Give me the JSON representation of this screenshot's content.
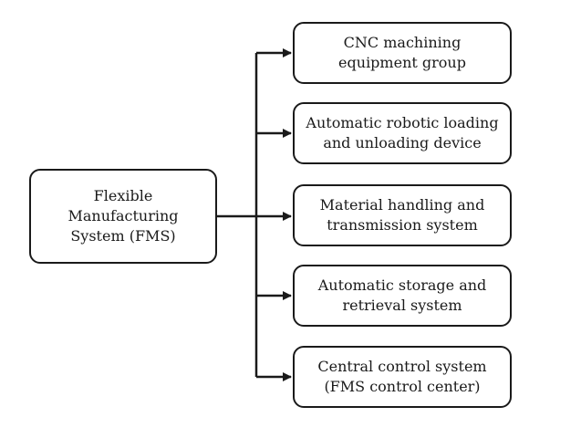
{
  "root": {
    "label": "Flexible Manufacturing System (FMS)"
  },
  "children": [
    {
      "label": "CNC machining equipment group"
    },
    {
      "label": "Automatic robotic loading and unloading device"
    },
    {
      "label": "Material handling and transmission system"
    },
    {
      "label": "Automatic storage and retrieval system"
    },
    {
      "label": "Central control system (FMS control center)"
    }
  ],
  "colors": {
    "stroke": "#1a1a1a",
    "background": "#ffffff"
  }
}
